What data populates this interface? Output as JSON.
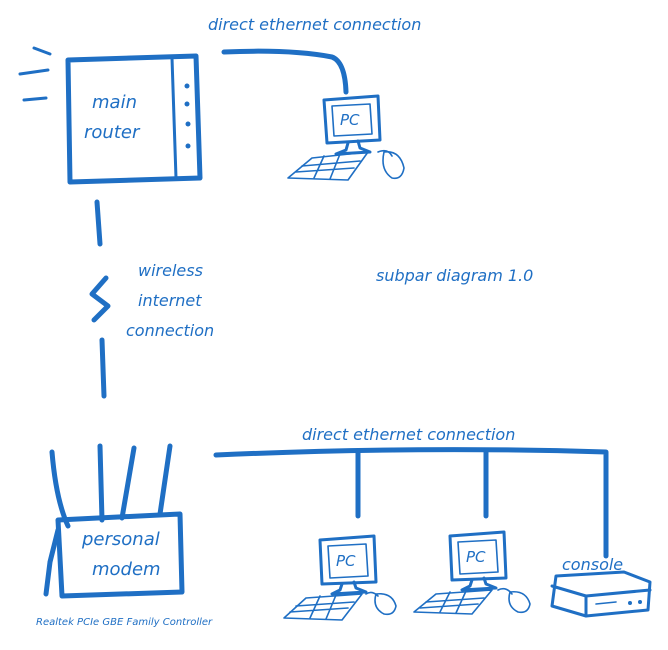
{
  "title": "subpar diagram 1.0",
  "colors": {
    "ink": "#1f6fc4",
    "background": "#ffffff"
  },
  "nodes": {
    "main_router": {
      "line1": "main",
      "line2": "router"
    },
    "personal_modem": {
      "line1": "personal",
      "line2": "modem",
      "caption": "Realtek PCIe GBE Family Controller"
    },
    "pc_top": {
      "label": "PC"
    },
    "pc_bottom_1": {
      "label": "PC"
    },
    "pc_bottom_2": {
      "label": "PC"
    },
    "console": {
      "label": "console"
    }
  },
  "edges": {
    "top_ethernet": {
      "label": "direct ethernet connection"
    },
    "wireless": {
      "line1": "wireless",
      "line2": "internet",
      "line3": "connection"
    },
    "bottom_ethernet": {
      "label": "direct ethernet connection"
    }
  }
}
